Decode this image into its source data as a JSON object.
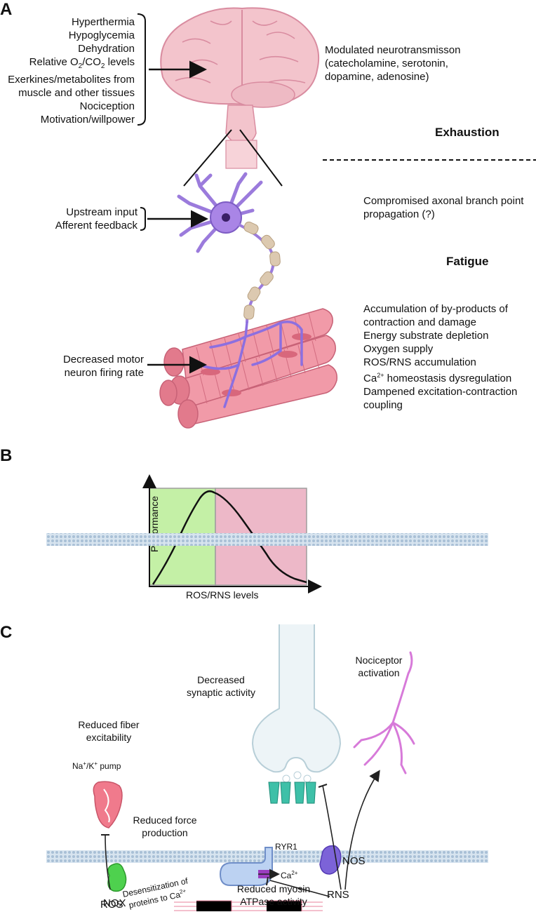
{
  "panel_a": {
    "letter": "A",
    "brain_inputs": [
      "Hyperthermia",
      "Hypoglycemia",
      "Dehydration",
      "Relative O2/CO2 levels",
      "Exerkines/metabolites from",
      "muscle and other tissues",
      "Nociception",
      "Motivation/willpower"
    ],
    "brain_effect_lines": [
      "Modulated neurotransmisson",
      "(catecholamine, serotonin,",
      "dopamine, adenosine)"
    ],
    "exhaustion_label": "Exhaustion",
    "neuron_inputs": [
      "Upstream input",
      "Afferent feedback"
    ],
    "axon_effect_lines": [
      "Compromised axonal branch point",
      "propagation (?)"
    ],
    "fatigue_label": "Fatigue",
    "muscle_input_lines": [
      "Decreased motor",
      "neuron firing rate"
    ],
    "muscle_effects": [
      "Accumulation of by-products of",
      "contraction and damage",
      "Energy substrate depletion",
      "Oxygen supply",
      "ROS/RNS accumulation",
      "Ca2+ homeostasis dysregulation",
      "Dampened excitation-contraction",
      "coupling"
    ]
  },
  "panel_b": {
    "letter": "B",
    "ylabel": "Performance",
    "xlabel": "ROS/RNS levels",
    "colors": {
      "green_zone": "#c4f0a6",
      "red_zone": "#edb8c8",
      "curve": "#000000"
    }
  },
  "panel_c": {
    "letter": "C",
    "decreased_synaptic": [
      "Decreased",
      "synaptic activity"
    ],
    "nociceptor": [
      "Nociceptor",
      "activation"
    ],
    "reduced_fiber": [
      "Reduced fiber",
      "excitability"
    ],
    "pump_label": "Na+/K+ pump",
    "reduced_force": [
      "Reduced force",
      "production"
    ],
    "ryr1": "RYR1",
    "ca": "Ca2+",
    "desensitization": [
      "Desensitization of",
      "proteins to Ca2+"
    ],
    "ros": "ROS",
    "rns": "RNS",
    "reduced_myosin": [
      "Reduced myosin",
      "ATPase activity"
    ],
    "nos": "NOS",
    "nox": "NOX"
  }
}
